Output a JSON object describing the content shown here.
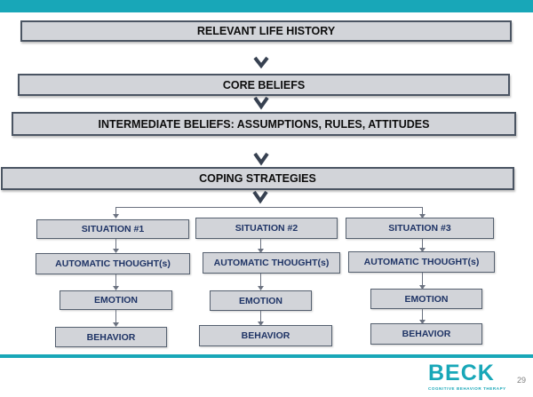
{
  "colors": {
    "accent": "#18a7b8",
    "box_fill": "#d2d4d9",
    "box_border": "#4b5563",
    "sub_text": "#1f3466",
    "arrow": "#374151"
  },
  "diagram": {
    "history": "RELEVANT LIFE HISTORY",
    "core": "CORE BELIEFS",
    "intermediate": "INTERMEDIATE BELIEFS: ASSUMPTIONS, RULES, ATTITUDES",
    "coping": "COPING STRATEGIES",
    "columns": [
      {
        "situation": "SITUATION #1",
        "thought": "AUTOMATIC THOUGHT(s)",
        "emotion": "EMOTION",
        "behavior": "BEHAVIOR"
      },
      {
        "situation": "SITUATION #2",
        "thought": "AUTOMATIC THOUGHT(s)",
        "emotion": "EMOTION",
        "behavior": "BEHAVIOR"
      },
      {
        "situation": "SITUATION #3",
        "thought": "AUTOMATIC THOUGHT(s)",
        "emotion": "EMOTION",
        "behavior": "BEHAVIOR"
      }
    ]
  },
  "footer": {
    "logo_text": "BECK",
    "logo_subtitle": "COGNITIVE BEHAVIOR THERAPY",
    "page_number": "29"
  }
}
